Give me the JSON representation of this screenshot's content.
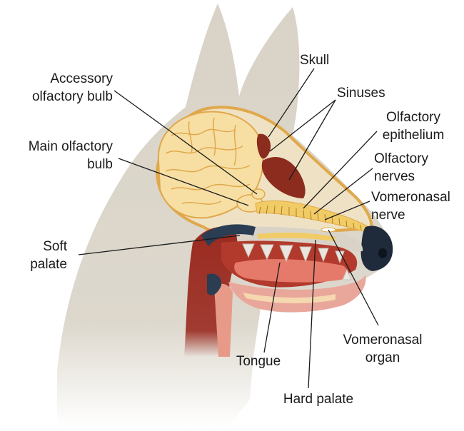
{
  "labels": {
    "skull": "Skull",
    "sinuses": "Sinuses",
    "accessory_olfactory_bulb": [
      "Accessory",
      "olfactory bulb"
    ],
    "main_olfactory_bulb": [
      "Main olfactory",
      "bulb"
    ],
    "olfactory_epithelium": [
      "Olfactory",
      "epithelium"
    ],
    "olfactory_nerves": [
      "Olfactory",
      "nerves"
    ],
    "vomeronasal_nerve": [
      "Vomeronasal",
      "nerve"
    ],
    "soft_palate": [
      "Soft",
      "palate"
    ],
    "vomeronasal_organ": [
      "Vomeronasal",
      "organ"
    ],
    "tongue": "Tongue",
    "hard_palate": "Hard palate"
  },
  "colors": {
    "silhouette": "#d9d3c7",
    "brain": "#f7dfa4",
    "brain_outline": "#e0a84a",
    "sinus": "#8b2c1e",
    "epithelium": "#f1cc66",
    "nose": "#1f2b3a",
    "flesh": "#b23a2c",
    "pink": "#f3b8b0",
    "bone": "#e9e6df",
    "leader_line": "#1a1a1a"
  }
}
